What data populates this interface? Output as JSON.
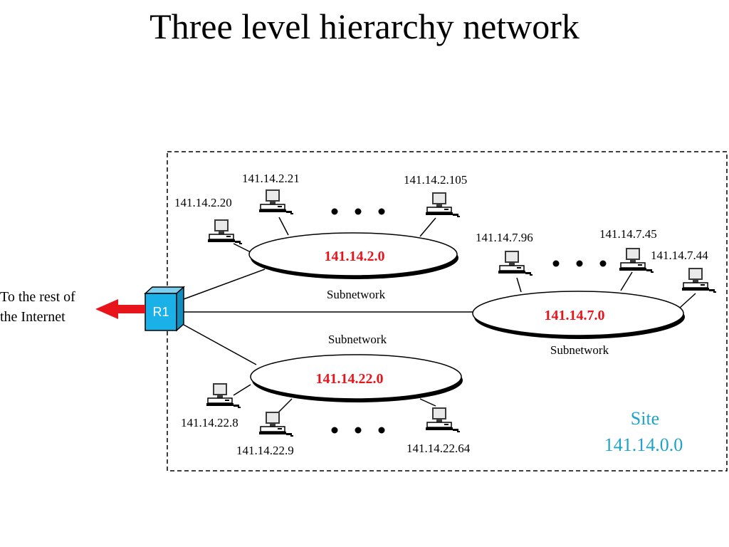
{
  "title": "Three level hierarchy network",
  "router": {
    "label": "R1"
  },
  "internet": {
    "line1": "To the rest of",
    "line2": "the Internet"
  },
  "site": {
    "label": "Site",
    "address": "141.14.0.0"
  },
  "subnets": [
    {
      "address": "141.14.2.0",
      "caption": "Subnetwork",
      "hosts": [
        "141.14.2.20",
        "141.14.2.21",
        "141.14.2.105"
      ]
    },
    {
      "address": "141.14.7.0",
      "caption": "Subnetwork",
      "hosts": [
        "141.14.7.96",
        "141.14.7.45",
        "141.14.7.44"
      ]
    },
    {
      "address": "141.14.22.0",
      "caption": "Subnetwork",
      "hosts": [
        "141.14.22.8",
        "141.14.22.9",
        "141.14.22.64"
      ]
    }
  ],
  "colors": {
    "subnet_address": "#e8141b",
    "site": "#1fa3c9",
    "router": "#1ab0e8",
    "arrow": "#e8141b"
  },
  "icons": [
    "computer-icon",
    "router-icon",
    "arrow-left-icon"
  ]
}
